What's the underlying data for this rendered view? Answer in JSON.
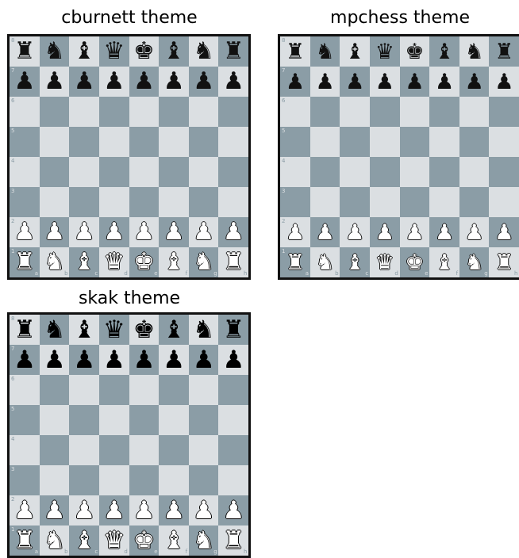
{
  "boards": [
    {
      "id": "cburnett",
      "title": "cburnett theme",
      "style_class": "t-cburnett",
      "rows": [
        [
          "♜",
          "♞",
          "♝",
          "♛",
          "♚",
          "♝",
          "♞",
          "♜"
        ],
        [
          "♟",
          "♟",
          "♟",
          "♟",
          "♟",
          "♟",
          "♟",
          "♟"
        ],
        [
          "",
          "",
          "",
          "",
          "",
          "",
          "",
          ""
        ],
        [
          "",
          "",
          "",
          "",
          "",
          "",
          "",
          ""
        ],
        [
          "",
          "",
          "",
          "",
          "",
          "",
          "",
          ""
        ],
        [
          "",
          "",
          "",
          "",
          "",
          "",
          "",
          ""
        ],
        [
          "♟",
          "♟",
          "♟",
          "♟",
          "♟",
          "♟",
          "♟",
          "♟"
        ],
        [
          "♜",
          "♞",
          "♝",
          "♛",
          "♚",
          "♝",
          "♞",
          "♜"
        ]
      ],
      "colors": [
        "b",
        "b",
        "e",
        "e",
        "e",
        "e",
        "w",
        "w"
      ]
    },
    {
      "id": "mpchess",
      "title": "mpchess theme",
      "style_class": "t-mpchess",
      "rows": [
        [
          "♜",
          "♞",
          "♝",
          "♛",
          "♚",
          "♝",
          "♞",
          "♜"
        ],
        [
          "♟",
          "♟",
          "♟",
          "♟",
          "♟",
          "♟",
          "♟",
          "♟"
        ],
        [
          "",
          "",
          "",
          "",
          "",
          "",
          "",
          ""
        ],
        [
          "",
          "",
          "",
          "",
          "",
          "",
          "",
          ""
        ],
        [
          "",
          "",
          "",
          "",
          "",
          "",
          "",
          ""
        ],
        [
          "",
          "",
          "",
          "",
          "",
          "",
          "",
          ""
        ],
        [
          "♟",
          "♟",
          "♟",
          "♟",
          "♟",
          "♟",
          "♟",
          "♟"
        ],
        [
          "♜",
          "♞",
          "♝",
          "♛",
          "♚",
          "♝",
          "♞",
          "♜"
        ]
      ],
      "colors": [
        "b",
        "b",
        "e",
        "e",
        "e",
        "e",
        "w",
        "w"
      ]
    },
    {
      "id": "skak",
      "title": "skak theme",
      "style_class": "t-skak",
      "rows": [
        [
          "♜",
          "♞",
          "♝",
          "♛",
          "♚",
          "♝",
          "♞",
          "♜"
        ],
        [
          "♟",
          "♟",
          "♟",
          "♟",
          "♟",
          "♟",
          "♟",
          "♟"
        ],
        [
          "",
          "",
          "",
          "",
          "",
          "",
          "",
          ""
        ],
        [
          "",
          "",
          "",
          "",
          "",
          "",
          "",
          ""
        ],
        [
          "",
          "",
          "",
          "",
          "",
          "",
          "",
          ""
        ],
        [
          "",
          "",
          "",
          "",
          "",
          "",
          "",
          ""
        ],
        [
          "♟",
          "♟",
          "♟",
          "♟",
          "♟",
          "♟",
          "♟",
          "♟"
        ],
        [
          "♜",
          "♞",
          "♝",
          "♛",
          "♚",
          "♝",
          "♞",
          "♜"
        ]
      ],
      "colors": [
        "b",
        "b",
        "e",
        "e",
        "e",
        "e",
        "w",
        "w"
      ]
    }
  ],
  "rank_labels": [
    "8",
    "7",
    "6",
    "5",
    "4",
    "3",
    "2",
    "1"
  ],
  "file_labels": [
    "a",
    "b",
    "c",
    "d",
    "e",
    "f",
    "g",
    "h"
  ],
  "colors": {
    "light_square": "#dbdfe2",
    "dark_square": "#8b9da6",
    "border": "#111111"
  }
}
